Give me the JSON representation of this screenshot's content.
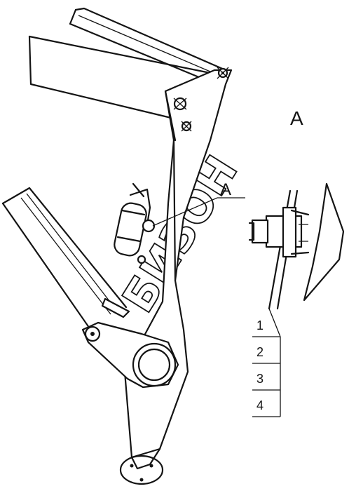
{
  "view_label": "A",
  "callout_label": "A",
  "watermark": "БИЗОН",
  "part_numbers": [
    "1",
    "2",
    "3",
    "4"
  ],
  "colors": {
    "line": "#141414",
    "background": "#ffffff"
  }
}
